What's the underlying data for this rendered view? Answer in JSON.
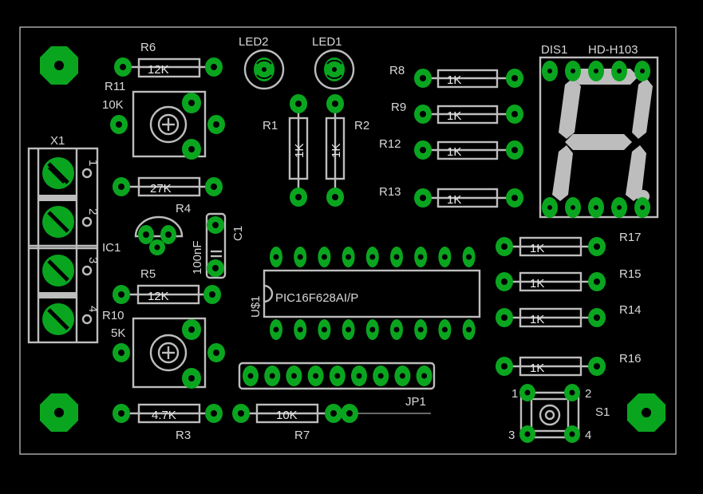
{
  "title": "",
  "colors": {
    "background": "#000000",
    "copper": "#0aa51f",
    "silkscreen": "#bdbdbd",
    "text": "#d9d9d9"
  },
  "labels": {
    "r6": "R6",
    "r6_val": "12K",
    "r11": "R11",
    "r11_val": "10K",
    "r4": "R4",
    "r4_val": "27K",
    "r5": "R5",
    "r5_val": "12K",
    "r10": "R10",
    "r10_val": "5K",
    "r3": "R3",
    "r3_val": "4.7K",
    "r7": "R7",
    "r7_val": "10K",
    "r1": "R1",
    "r1_val": "1K",
    "r2": "R2",
    "r2_val": "1K",
    "r8": "R8",
    "r8_val": "1K",
    "r9": "R9",
    "r9_val": "1K",
    "r12": "R12",
    "r12_val": "1K",
    "r13": "R13",
    "r13_val": "1K",
    "r17": "R17",
    "r17_val": "1K",
    "r15": "R15",
    "r15_val": "1K",
    "r14": "R14",
    "r14_val": "1K",
    "r16": "R16",
    "r16_val": "1K",
    "led1": "LED1",
    "led2": "LED2",
    "x1": "X1",
    "ic1": "IC1",
    "c1": "C1",
    "c1_val": "100nF",
    "us1": "U$1",
    "us1_val": "PIC16F628AI/P",
    "jp1": "JP1",
    "dis1": "DIS1",
    "dis1_val": "HD-H103",
    "s1": "S1",
    "s1_p1": "1",
    "s1_p2": "2",
    "s1_p3": "3",
    "s1_p4": "4",
    "x1_p1": "1",
    "x1_p2": "2",
    "x1_p3": "3",
    "x1_p4": "4"
  }
}
